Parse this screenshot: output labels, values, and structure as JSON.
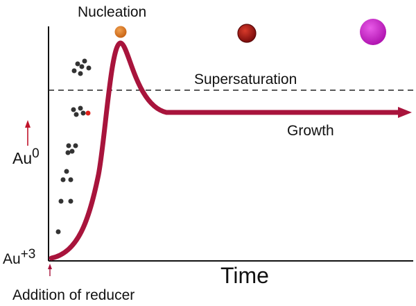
{
  "labels": {
    "nucleation": "Nucleation",
    "supersaturation": "Supersaturation",
    "growth": "Growth",
    "time": "Time",
    "au0_base": "Au",
    "au0_sup": "0",
    "au3_base": "Au",
    "au3_sup": "+3",
    "addition": "Addition of reducer"
  },
  "colors": {
    "curve": "#a8143c",
    "indicator_arrow": "#c0142a",
    "particle_small": "#d2741e",
    "particle_medium": "#b01818",
    "particle_large": "#cc22cc",
    "atom_dot": "#333333",
    "atom_red": "#e0201a"
  },
  "particles": [
    {
      "name": "nucleus-particle",
      "size": "small"
    },
    {
      "name": "medium-particle",
      "size": "medium"
    },
    {
      "name": "large-particle",
      "size": "large"
    }
  ]
}
